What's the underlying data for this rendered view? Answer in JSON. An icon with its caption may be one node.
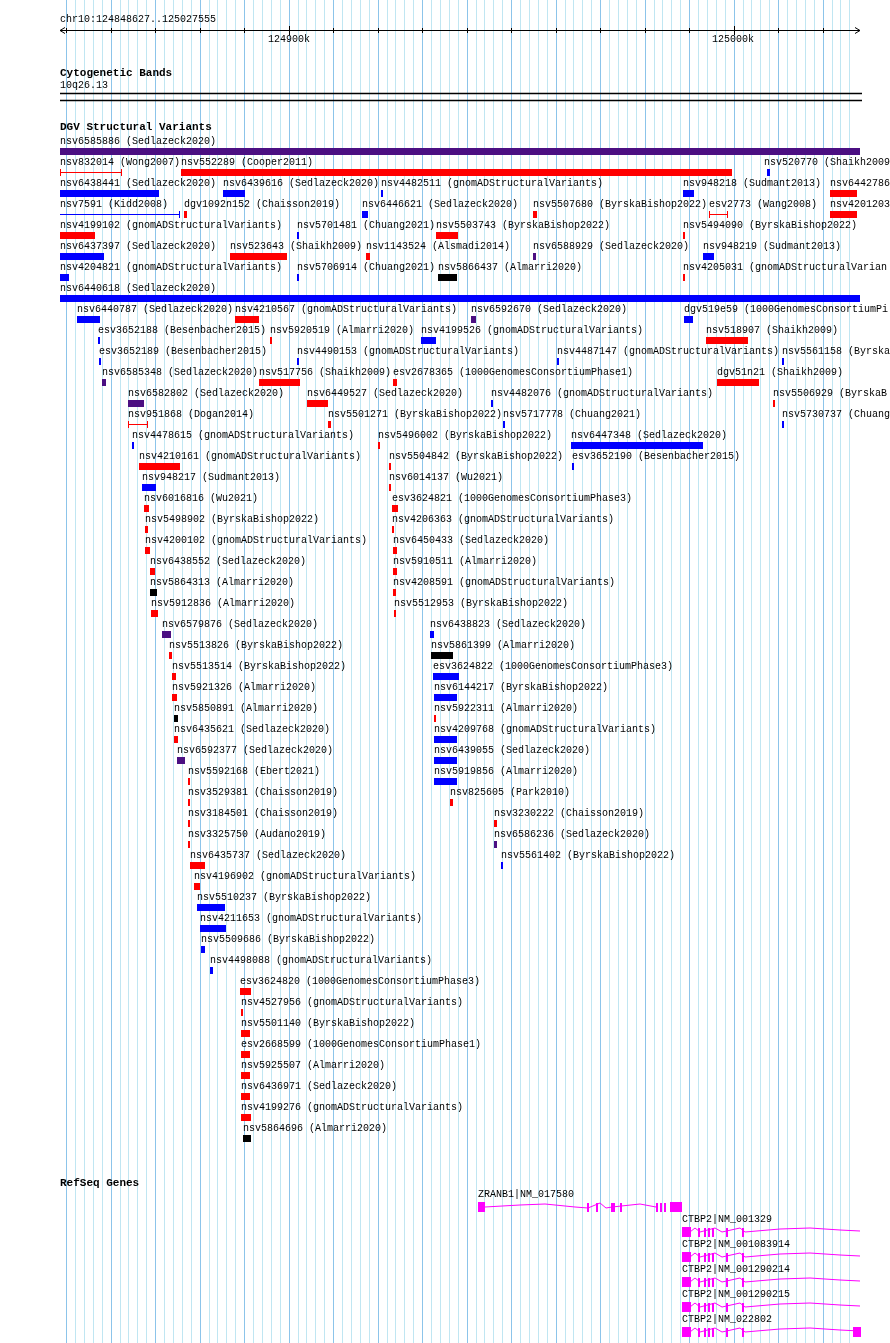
{
  "diagram": {
    "labels": [
      "chr10:124848627..125027555",
      "124900k",
      "125000k",
      "Cytogenetic Bands",
      "10q26.13",
      "DGV Structural Variants",
      "nsv6585886 (Sedlazeck2020)",
      "nsv832014 (Wong2007)",
      "nsv552289 (Cooper2011)",
      "nsv520770 (Shaikh2009",
      "nsv6438441 (Sedlazeck2020)",
      "nsv6439616 (Sedlazeck2020)",
      "nsv4482511 (gnomADStructuralVariants)",
      "nsv948218 (Sudmant2013)",
      "nsv6442786",
      "nsv7591 (Kidd2008)",
      "dgv1092n152 (Chaisson2019)",
      "nsv6446621 (Sedlazeck2020)",
      "nsv5507680 (ByrskaBishop2022)",
      "esv2773 (Wang2008)",
      "nsv4201203",
      "nsv4199102 (gnomADStructuralVariants)",
      "nsv5701481 (Chuang2021)",
      "nsv5503743 (ByrskaBishop2022)",
      "nsv5494090 (ByrskaBishop2022)",
      "nsv6437397 (Sedlazeck2020)",
      "nsv523643 (Shaikh2009)",
      "nsv1143524 (Alsmadi2014)",
      "nsv6588929 (Sedlazeck2020)",
      "nsv948219 (Sudmant2013)",
      "nsv4204821 (gnomADStructuralVariants)",
      "nsv5706914 (Chuang2021)",
      "nsv5866437 (Almarri2020)",
      "nsv4205031 (gnomADStructuralVarian",
      "nsv6440618 (Sedlazeck2020)",
      "nsv6440787 (Sedlazeck2020)",
      "nsv4210567 (gnomADStructuralVariants)",
      "nsv6592670 (Sedlazeck2020)",
      "dgv519e59 (1000GenomesConsortiumPi",
      "esv3652188 (Besenbacher2015)",
      "nsv5920519 (Almarri2020)",
      "nsv4199526 (gnomADStructuralVariants)",
      "nsv518907 (Shaikh2009)",
      "esv3652189 (Besenbacher2015)",
      "nsv4490153 (gnomADStructuralVariants)",
      "nsv4487147 (gnomADStructuralVariants)",
      "nsv5561158 (Byrska",
      "nsv6585348 (Sedlazeck2020)",
      "nsv517756 (Shaikh2009)",
      "esv2678365 (1000GenomesConsortiumPhase1)",
      "dgv51n21 (Shaikh2009)",
      "nsv6582802 (Sedlazeck2020)",
      "nsv6449527 (Sedlazeck2020)",
      "nsv4482076 (gnomADStructuralVariants)",
      "nsv5506929 (ByrskaB",
      "nsv951868 (Dogan2014)",
      "nsv5501271 (ByrskaBishop2022)",
      "nsv5717778 (Chuang2021)",
      "nsv5730737 (Chuang",
      "nsv4478615 (gnomADStructuralVariants)",
      "nsv5496002 (ByrskaBishop2022)",
      "nsv6447348 (Sedlazeck2020)",
      "nsv4210161 (gnomADStructuralVariants)",
      "nsv5504842 (ByrskaBishop2022)",
      "esv3652190 (Besenbacher2015)",
      "nsv948217 (Sudmant2013)",
      "nsv6014137 (Wu2021)",
      "nsv6016816 (Wu2021)",
      "esv3624821 (1000GenomesConsortiumPhase3)",
      "nsv5498902 (ByrskaBishop2022)",
      "nsv4206363 (gnomADStructuralVariants)",
      "nsv4200102 (gnomADStructuralVariants)",
      "nsv6450433 (Sedlazeck2020)",
      "nsv6438552 (Sedlazeck2020)",
      "nsv5910511 (Almarri2020)",
      "nsv5864313 (Almarri2020)",
      "nsv4208591 (gnomADStructuralVariants)",
      "nsv5912836 (Almarri2020)",
      "nsv5512953 (ByrskaBishop2022)",
      "nsv6579876 (Sedlazeck2020)",
      "nsv6438823 (Sedlazeck2020)",
      "nsv5513826 (ByrskaBishop2022)",
      "nsv5861399 (Almarri2020)",
      "nsv5513514 (ByrskaBishop2022)",
      "esv3624822 (1000GenomesConsortiumPhase3)",
      "nsv5921326 (Almarri2020)",
      "nsv6144217 (ByrskaBishop2022)",
      "nsv5850891 (Almarri2020)",
      "nsv5922311 (Almarri2020)",
      "nsv6435621 (Sedlazeck2020)",
      "nsv4209768 (gnomADStructuralVariants)",
      "nsv6592377 (Sedlazeck2020)",
      "nsv6439055 (Sedlazeck2020)",
      "nsv5592168 (Ebert2021)",
      "nsv5919856 (Almarri2020)",
      "nsv3529381 (Chaisson2019)",
      "nsv825605 (Park2010)",
      "nsv3184501 (Chaisson2019)",
      "nsv3230222 (Chaisson2019)",
      "nsv3325750 (Audano2019)",
      "nsv6586236 (Sedlazeck2020)",
      "nsv6435737 (Sedlazeck2020)",
      "nsv5561402 (ByrskaBishop2022)",
      "nsv4196902 (gnomADStructuralVariants)",
      "nsv5510237 (ByrskaBishop2022)",
      "nsv4211653 (gnomADStructuralVariants)",
      "nsv5509686 (ByrskaBishop2022)",
      "nsv4498088 (gnomADStructuralVariants)",
      "esv3624820 (1000GenomesConsortiumPhase3)",
      "nsv4527956 (gnomADStructuralVariants)",
      "nsv5501140 (ByrskaBishop2022)",
      "esv2668599 (1000GenomesConsortiumPhase1)",
      "nsv5925507 (Almarri2020)",
      "nsv6436971 (Sedlazeck2020)",
      "nsv4199276 (gnomADStructuralVariants)",
      "nsv5864696 (Almarri2020)",
      "RefSeq Genes",
      "ZRANB1|NM_017580",
      "CTBP2|NM_001329",
      "CTBP2|NM_001083914",
      "CTBP2|NM_001290214",
      "CTBP2|NM_001290215",
      "CTBP2|NM_022802"
    ]
  }
}
